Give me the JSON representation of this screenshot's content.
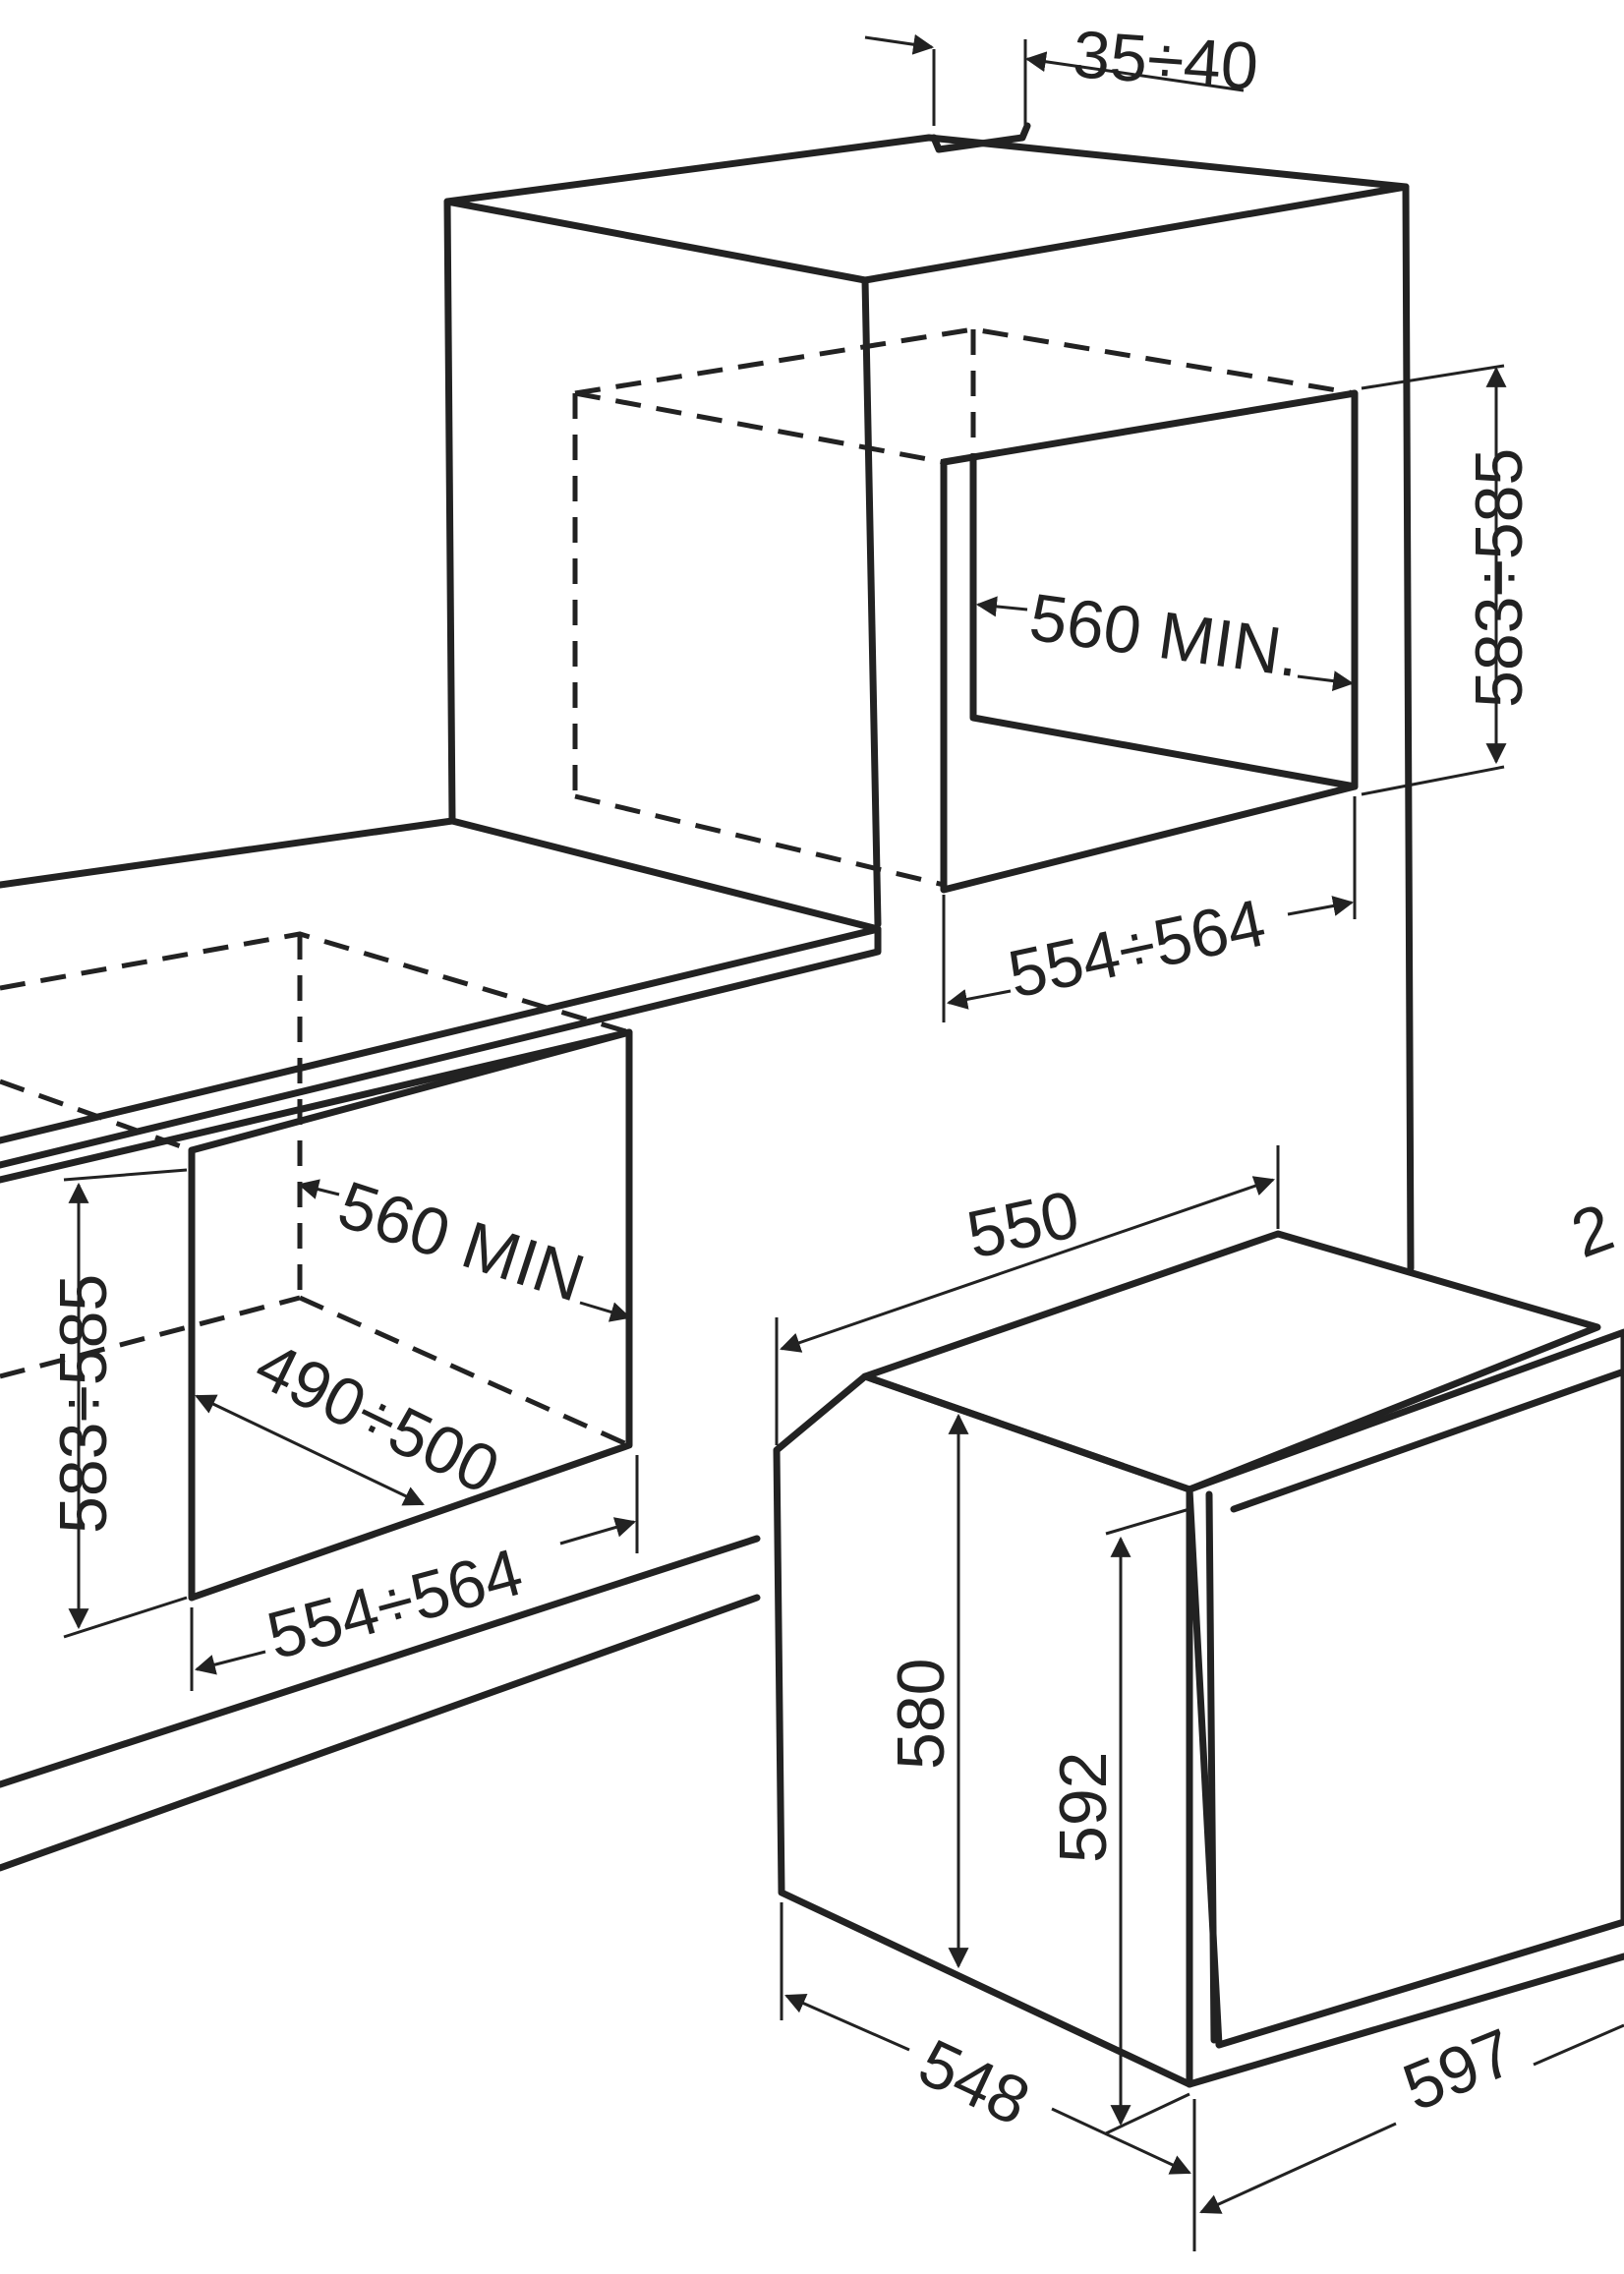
{
  "diagram": {
    "colors": {
      "line": "#222222",
      "background": "#ffffff"
    },
    "niche_top": {
      "gap": "35÷40",
      "depth": "560 MIN.",
      "height": "583÷585",
      "width": "554÷564"
    },
    "niche_bottom": {
      "depth": "560 MIN",
      "height": "583÷585",
      "inner_depth": "490÷500",
      "width": "554÷564"
    },
    "oven": {
      "top_depth": "550",
      "side_partial": "2",
      "body_height": "580",
      "front_height": "592",
      "bottom_depth": "548",
      "width": "597"
    }
  }
}
